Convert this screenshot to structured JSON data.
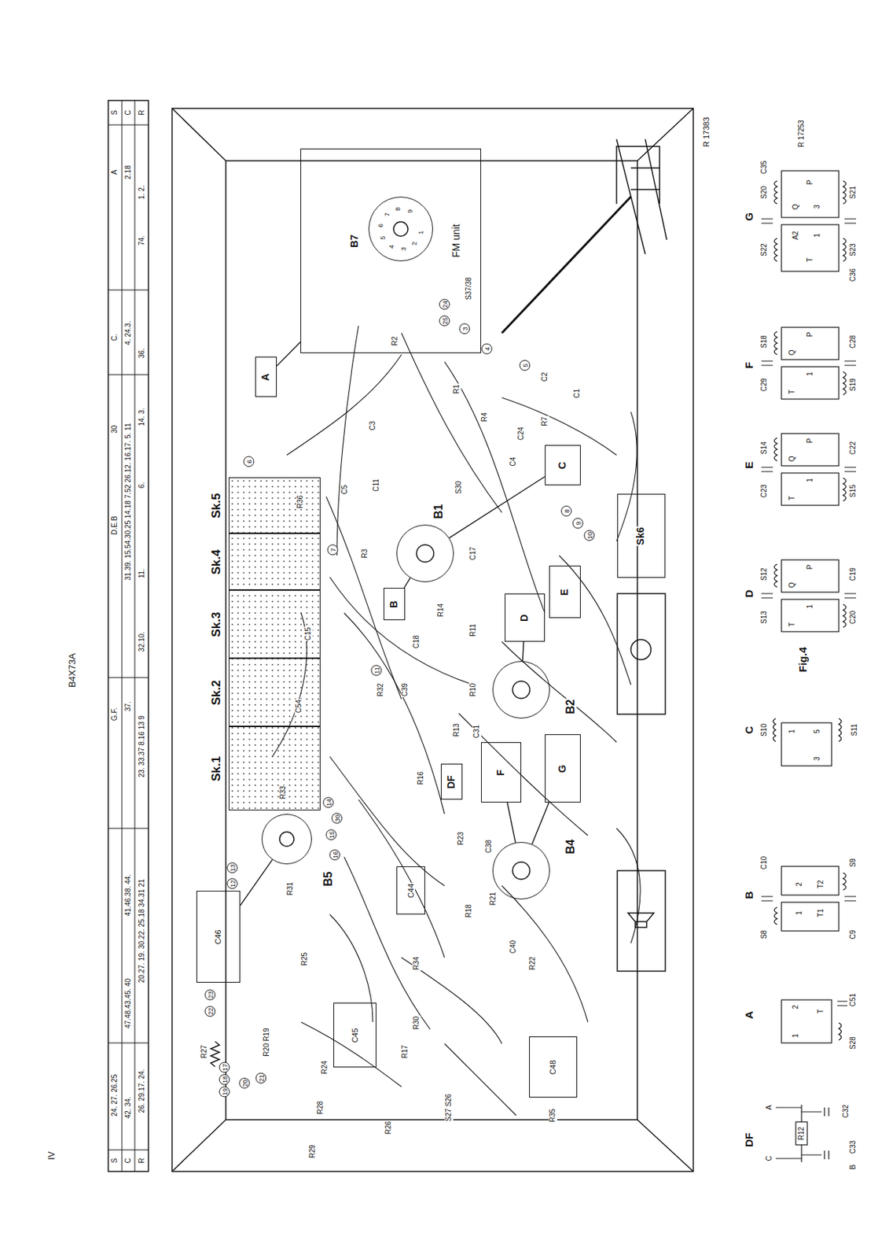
{
  "diagram": {
    "nodes": [
      {
        "text": [
          "FM unit"
        ]
      },
      {
        "text": [
          "B7"
        ],
        "in": 0
      },
      {
        "text": [
          "Sk.1"
        ]
      },
      {
        "text": [
          "Sk.2"
        ]
      },
      {
        "text": [
          "Sk.3"
        ]
      },
      {
        "text": [
          "Sk.4"
        ]
      },
      {
        "text": [
          "Sk.5"
        ]
      },
      {
        "text": [
          "B1"
        ]
      },
      {
        "text": [
          "B2"
        ]
      },
      {
        "text": [
          "B4"
        ]
      },
      {
        "text": [
          "B5"
        ]
      },
      {
        "text": [
          "B"
        ]
      },
      {
        "text": [
          "A"
        ]
      },
      {
        "text": [
          "C"
        ]
      },
      {
        "text": [
          "D"
        ]
      },
      {
        "text": [
          "E"
        ]
      },
      {
        "text": [
          "F"
        ]
      },
      {
        "text": [
          "G"
        ]
      },
      {
        "text": [
          "DF"
        ]
      },
      {
        "text": [
          "C46"
        ]
      },
      {
        "text": [
          "C44"
        ]
      },
      {
        "text": [
          "C45"
        ]
      },
      {
        "text": [
          "C48"
        ]
      },
      {
        "text": [
          "Sk6"
        ]
      }
    ],
    "edges": [
      {
        "from": 7,
        "to": 11,
        "arrow": "none"
      },
      {
        "from": 7,
        "to": 13,
        "arrow": "none"
      },
      {
        "from": 8,
        "to": 14,
        "arrow": "none"
      },
      {
        "from": 9,
        "to": 17,
        "arrow": "none"
      },
      {
        "from": 10,
        "to": 19,
        "arrow": "none"
      },
      {
        "from": 0,
        "to": 12,
        "arrow": "none"
      },
      {
        "from": 16,
        "to": 9,
        "arrow": "none"
      }
    ],
    "labels": [
      "B4X73A",
      "IV",
      "R 17383",
      "R 17253",
      "Fig.4",
      "S",
      "C",
      "R",
      "24. 27. 26.25",
      "G.F.",
      "D.E.B",
      "30",
      "C.",
      "A",
      "42. 34.",
      "47.48.43.45. 40",
      "41.46.38. 44.",
      "37.",
      "31.39. 15.54.30.25 14.18 7.52 26.12. 16.17. 5. 11",
      "4. 24.3.",
      "2.18",
      "26. 29.17. 24.",
      "20.27. 19. 30.22. 25.18 34.31 21",
      "23. 33.37 8.16 13 9",
      "32.10.",
      "11.",
      "6.",
      "14. 3.",
      "36.",
      "74.",
      "1. 2.",
      "S",
      "C",
      "R",
      "R1",
      "R4",
      "R7",
      "R2",
      "C1",
      "C2",
      "C3",
      "C4",
      "C24",
      "C5",
      "C11",
      "R36",
      "R3",
      "C17",
      "R11",
      "R14",
      "C18",
      "R10",
      "C31",
      "R32",
      "C39",
      "C15",
      "C54",
      "R13",
      "R16",
      "R34",
      "R18",
      "R21",
      "C38",
      "R23",
      "R22",
      "C40",
      "R30",
      "R25",
      "R27",
      "R20 R19",
      "R17",
      "R26",
      "S27 S26",
      "R29",
      "R28",
      "R24",
      "R31",
      "R33",
      "R35",
      "S37/38",
      "S30",
      "6",
      "7",
      "11",
      "12",
      "13",
      "14",
      "30",
      "15",
      "16",
      "22",
      "23",
      "17",
      "18",
      "19",
      "20",
      "21",
      "24",
      "25",
      "3",
      "4",
      "5",
      "8",
      "9",
      "10",
      "1",
      "2",
      "3",
      "4",
      "5",
      "6",
      "7",
      "8",
      "9",
      "G",
      "F",
      "E",
      "D",
      "C",
      "B",
      "A",
      "DF",
      "S20",
      "S22",
      "S21",
      "S23",
      "C35",
      "C36",
      "P",
      "Q",
      "3",
      "A2",
      "1",
      "T",
      "S18",
      "C29",
      "C28",
      "S19",
      "P",
      "Q",
      "T",
      "1",
      "S14",
      "C23",
      "C22",
      "S15",
      "P",
      "Q",
      "T",
      "1",
      "S12",
      "S13",
      "C19",
      "C20",
      "P",
      "Q",
      "T",
      "1",
      "S10",
      "S11",
      "3",
      "1",
      "5",
      "S8",
      "C10",
      "S9",
      "C9",
      "2",
      "T2",
      "1",
      "T1",
      "C51",
      "S28",
      "2",
      "1",
      "T",
      "A",
      "C",
      "R12",
      "C32",
      "C33",
      "B"
    ]
  }
}
